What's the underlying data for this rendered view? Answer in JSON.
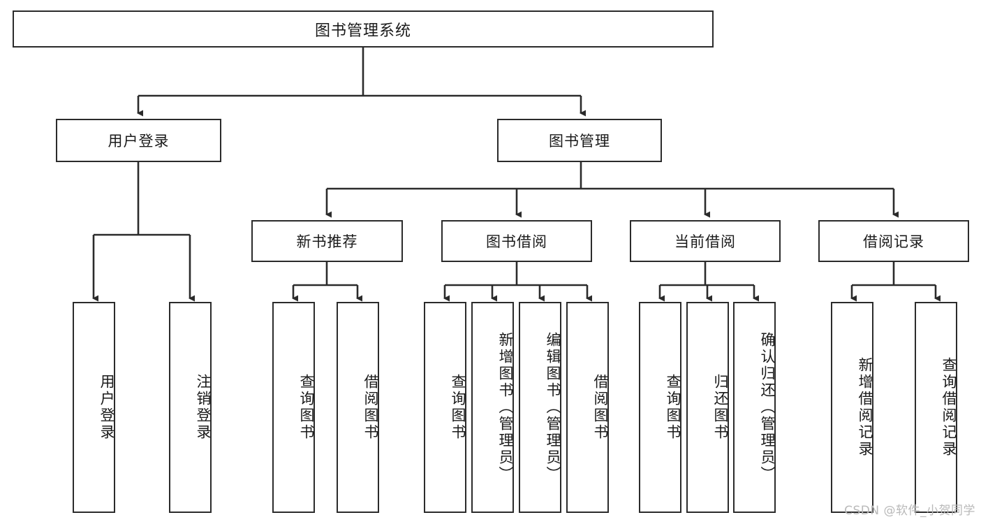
{
  "diagram": {
    "title": "图书管理系统",
    "type": "tree-hierarchy-chart",
    "watermark": "CSDN @软件_小贺同学",
    "colors": {
      "stroke": "#2b2b2b",
      "fill": "#ffffff",
      "text": "#1a1a1a",
      "watermark": "#b9b9b9"
    },
    "root": {
      "label": "图书管理系统"
    },
    "level2": [
      {
        "label": "用户登录"
      },
      {
        "label": "图书管理"
      }
    ],
    "level3": [
      {
        "label": "新书推荐"
      },
      {
        "label": "图书借阅"
      },
      {
        "label": "当前借阅"
      },
      {
        "label": "借阅记录"
      }
    ],
    "leaves": {
      "user_login": [
        {
          "label": "用户登录"
        },
        {
          "label": "注销登录"
        }
      ],
      "new_book_recommend": [
        {
          "label": "查询图书"
        },
        {
          "label": "借阅图书"
        }
      ],
      "book_borrow": [
        {
          "label": "查询图书"
        },
        {
          "label": "新增图书（管理员）"
        },
        {
          "label": "编辑图书（管理员）"
        },
        {
          "label": "借阅图书"
        }
      ],
      "current_borrow": [
        {
          "label": "查询图书"
        },
        {
          "label": "归还图书"
        },
        {
          "label": "确认归还（管理员）"
        }
      ],
      "borrow_record": [
        {
          "label": "新增借阅记录"
        },
        {
          "label": "查询借阅记录"
        }
      ]
    }
  }
}
